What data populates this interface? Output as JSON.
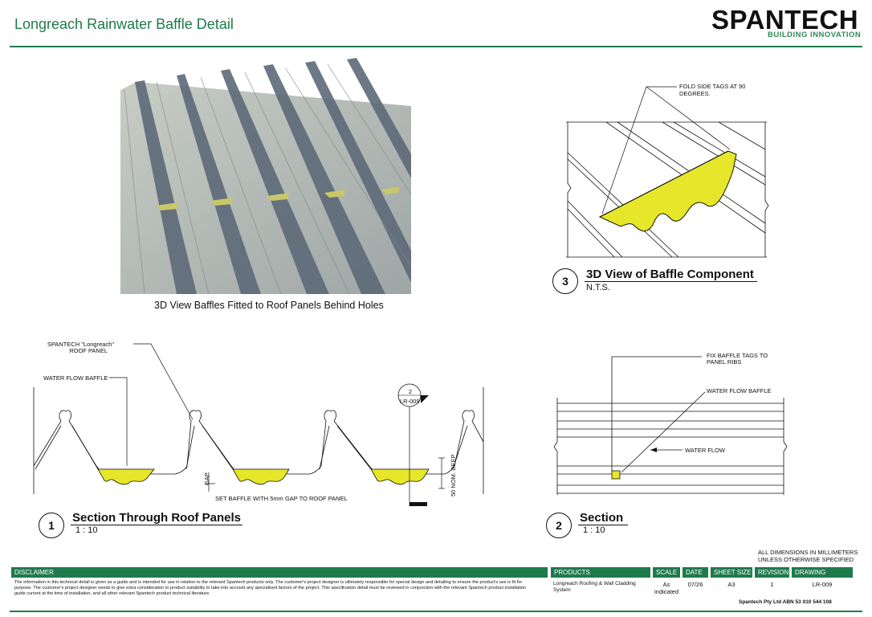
{
  "title": "Longreach Rainwater Baffle Detail",
  "logo": {
    "name": "SPANTECH",
    "tagline": "BUILDING INNOVATION"
  },
  "photo_caption": "3D View Baffles Fitted to Roof Panels Behind Holes",
  "view3": {
    "number": "3",
    "title": "3D View of Baffle Component",
    "scale": "N.T.S.",
    "note": "FOLD SIDE TAGS AT 90 DEGREES."
  },
  "view1": {
    "number": "1",
    "title": "Section Through Roof Panels",
    "scale": "1 : 10",
    "label_panel_1": "SPANTECH \"Longreach\"",
    "label_panel_2": "ROOF PANEL",
    "label_baffle": "WATER FLOW BAFFLE",
    "label_gap": "GAP",
    "label_set": "SET BAFFLE WITH 5mm GAP TO ROOF PANEL",
    "label_deep": "50 NOM. DEEP",
    "marker_num": "2",
    "marker_ref": "LR-009"
  },
  "view2": {
    "number": "2",
    "title": "Section",
    "scale": "1 : 10",
    "label_fix_1": "FIX BAFFLE TAGS TO",
    "label_fix_2": "PANEL RIBS",
    "label_baffle": "WATER FLOW BAFFLE",
    "label_flow": "WATER FLOW"
  },
  "dims_note_1": "ALL DIMENSIONS IN MILLIMETERS",
  "dims_note_2": "UNLESS OTHERWISE SPECIFIED",
  "table": {
    "disclaimer_label": "DISCLAIMER",
    "disclaimer_text": "The information in this technical detail is given as a guide and is intended for use in relation to the relevant Spantech products only. The customer's project designer is ultimately responsible for special design and detailing to ensure the product's use is fit for purpose. The customer's project designer needs to give extra consideration to product suitability to take into account any specialised factors of the project. This specification detail must be reviewed in conjunction with the relevant Spantech product installation guide current at the time of installation, and all other relevant Spantech product technical literature.",
    "products_label": "PRODUCTS",
    "products_value": "Longreach Roofing & Wall Cladding System",
    "scale_label": "SCALE",
    "scale_value": "As indicated",
    "date_label": "DATE",
    "date_value": "07/26",
    "sheet_label": "SHEET SIZE",
    "sheet_value": "A3",
    "revision_label": "REVISION",
    "revision_value": "1",
    "drawing_label": "DRAWING NUMBER",
    "drawing_value": "LR-009"
  },
  "footer": "Spantech Pty Ltd ABN 53 010 544 108",
  "colors": {
    "brand_green": "#1f7a4c",
    "baffle_yellow": "#e6e62a"
  }
}
